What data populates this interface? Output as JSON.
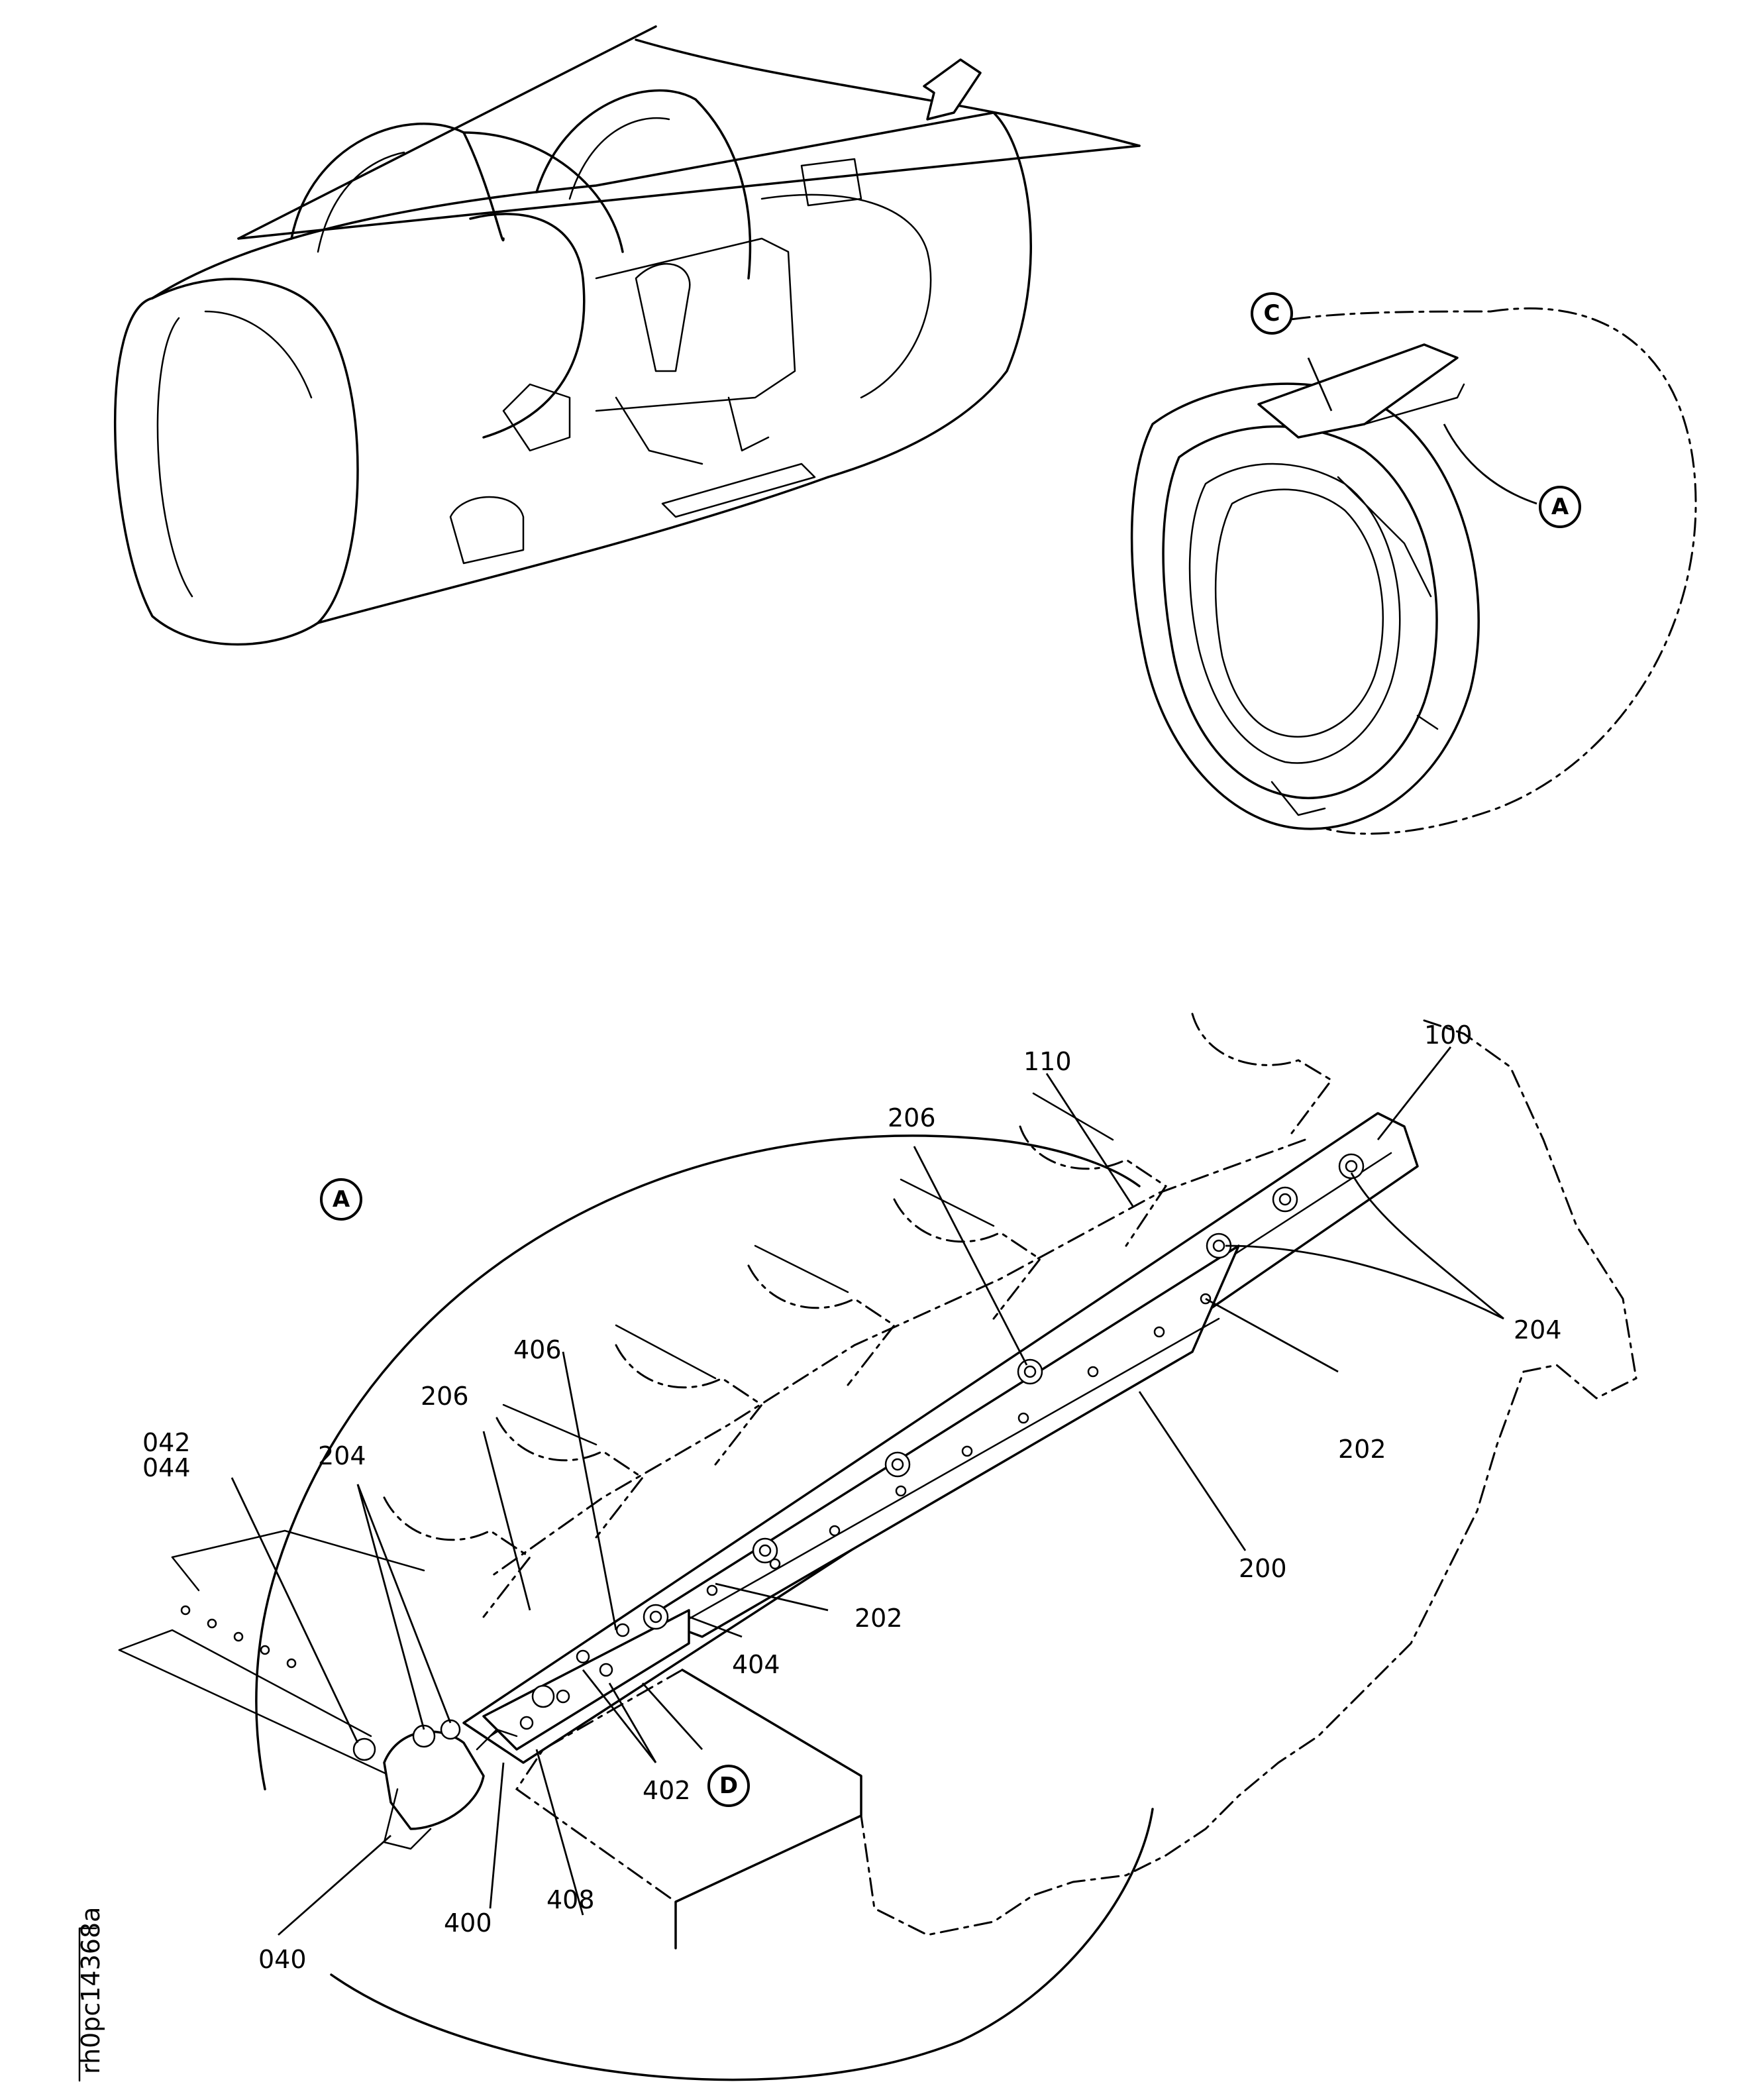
{
  "figure_id": "rh0pc14368a",
  "callouts": {
    "a_top": "A",
    "c_top": "C",
    "a_detail": "A",
    "d_detail": "D"
  },
  "part_labels": {
    "p100": "100",
    "p110": "110",
    "p206_top": "206",
    "p204_right": "204",
    "p202_right": "202",
    "p406": "406",
    "p206_left": "206",
    "p042": "042",
    "p044": "044",
    "p204_left": "204",
    "p200": "200",
    "p202_mid": "202",
    "p404": "404",
    "p402": "402",
    "p400": "400",
    "p408": "408",
    "p040": "040"
  }
}
